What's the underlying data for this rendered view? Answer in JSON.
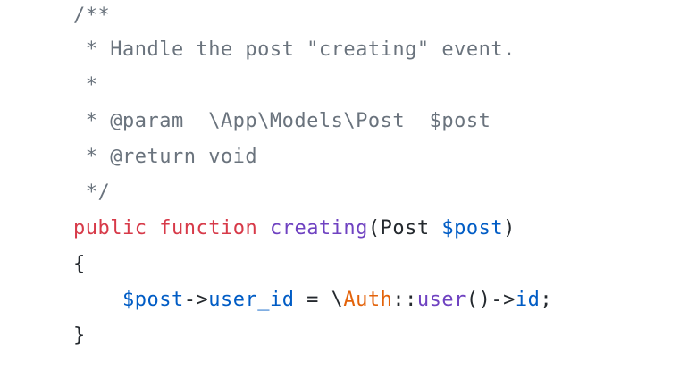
{
  "code": {
    "language": "php",
    "colors": {
      "comment": "#6a737d",
      "keyword": "#d73a49",
      "function": "#6f42c1",
      "variable": "#005cc5",
      "plain": "#24292e",
      "class": "#e36209"
    },
    "lines": [
      {
        "tokens": [
          {
            "type": "comment",
            "text": "/**"
          }
        ]
      },
      {
        "tokens": [
          {
            "type": "comment",
            "text": " * Handle the post \"creating\" event."
          }
        ]
      },
      {
        "tokens": [
          {
            "type": "comment",
            "text": " *"
          }
        ]
      },
      {
        "tokens": [
          {
            "type": "comment",
            "text": " * @param  \\App\\Models\\Post  $post"
          }
        ]
      },
      {
        "tokens": [
          {
            "type": "comment",
            "text": " * @return void"
          }
        ]
      },
      {
        "tokens": [
          {
            "type": "comment",
            "text": " */"
          }
        ]
      },
      {
        "tokens": [
          {
            "type": "keyword",
            "text": "public"
          },
          {
            "type": "plain",
            "text": " "
          },
          {
            "type": "keyword",
            "text": "function"
          },
          {
            "type": "plain",
            "text": " "
          },
          {
            "type": "fn",
            "text": "creating"
          },
          {
            "type": "plain",
            "text": "(Post "
          },
          {
            "type": "var",
            "text": "$post"
          },
          {
            "type": "plain",
            "text": ")"
          }
        ]
      },
      {
        "tokens": [
          {
            "type": "plain",
            "text": "{"
          }
        ]
      },
      {
        "tokens": [
          {
            "type": "plain",
            "text": "    "
          },
          {
            "type": "var",
            "text": "$post"
          },
          {
            "type": "plain",
            "text": "->"
          },
          {
            "type": "var",
            "text": "user_id"
          },
          {
            "type": "plain",
            "text": " = \\"
          },
          {
            "type": "class",
            "text": "Auth"
          },
          {
            "type": "plain",
            "text": "::"
          },
          {
            "type": "fn",
            "text": "user"
          },
          {
            "type": "plain",
            "text": "()->"
          },
          {
            "type": "var",
            "text": "id"
          },
          {
            "type": "plain",
            "text": ";"
          }
        ]
      },
      {
        "tokens": [
          {
            "type": "plain",
            "text": "}"
          }
        ]
      }
    ]
  }
}
